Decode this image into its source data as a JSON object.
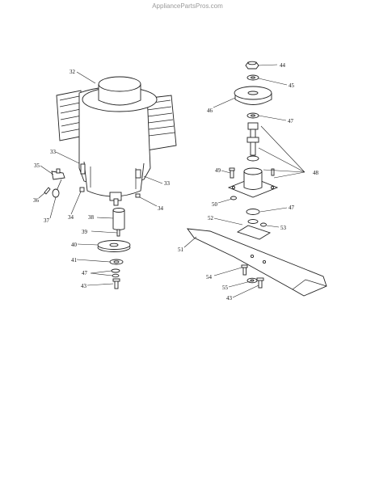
{
  "watermark": "AppliancePartsPros.com",
  "labels": {
    "l32": "32",
    "l33a": "33",
    "l33b": "33",
    "l35": "35",
    "l36": "36",
    "l37": "37",
    "l34a": "34",
    "l34b": "34",
    "l38": "38",
    "l39": "39",
    "l40": "40",
    "l41": "41",
    "l47a": "47",
    "l43a": "43",
    "l44": "44",
    "l45": "45",
    "l46": "46",
    "l47b": "47",
    "l48": "48",
    "l49": "49",
    "l50": "50",
    "l47c": "47",
    "l52": "52",
    "l53": "53",
    "l51": "51",
    "l54": "54",
    "l55": "55",
    "l43b": "43"
  }
}
